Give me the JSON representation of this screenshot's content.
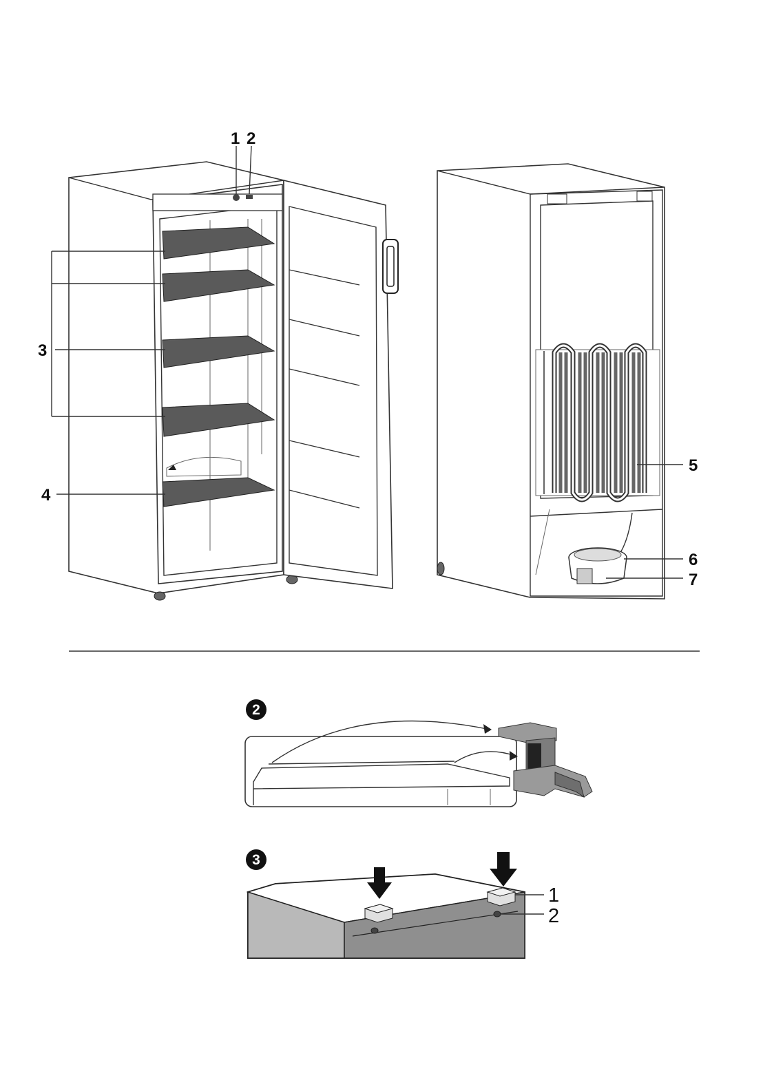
{
  "figure1": {
    "callouts": {
      "c1": "1",
      "c2": "2",
      "c3": "3",
      "c4": "4",
      "c5": "5",
      "c6": "6",
      "c7": "7"
    }
  },
  "step2": {
    "badge": "2"
  },
  "step3": {
    "badge": "3",
    "callouts": {
      "c1": "1",
      "c2": "2"
    }
  },
  "colors": {
    "line": "#333333",
    "shelf": "#5a5a5a",
    "spacer": "#8a8a8a",
    "cabinet_side": "#b9b9b9"
  },
  "icons": [
    "down-arrow-icon",
    "curved-arrow-icon"
  ]
}
